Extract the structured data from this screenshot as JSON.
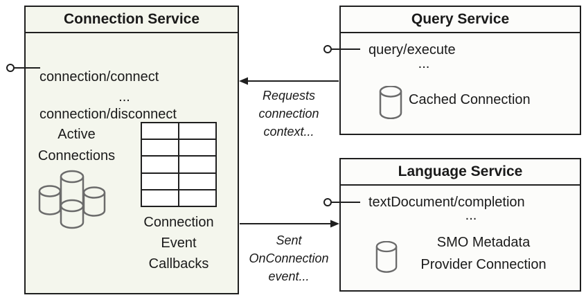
{
  "colors": {
    "connection_service_bg": "#f4f6ed",
    "service_bg": "#fcfcfa",
    "border": "#1f1f1f",
    "text": "#1a1a1a",
    "cylinder_stroke": "#6b6b6b"
  },
  "connection_service": {
    "title": "Connection Service",
    "methods": [
      "connection/connect",
      "connection/disconnect"
    ],
    "ellipsis": "...",
    "active_connections_label": "Active\nConnections",
    "callbacks_label": "Connection\nEvent\nCallbacks",
    "table": {
      "rows": 5,
      "cols": 2
    }
  },
  "query_service": {
    "title": "Query Service",
    "methods": [
      "query/execute"
    ],
    "ellipsis": "...",
    "connection_label": "Cached Connection"
  },
  "language_service": {
    "title": "Language Service",
    "methods": [
      "textDocument/completion"
    ],
    "ellipsis": "...",
    "connection_label": "SMO Metadata\nProvider Connection"
  },
  "arrows": {
    "query_to_connection_label": "Requests\nconnection\ncontext...",
    "connection_to_language_label": "Sent\nOnConnection\nevent..."
  },
  "icons": {
    "database": "database-icon",
    "database_cluster": "database-cluster-icon",
    "interface": "provided-interface-connector"
  }
}
